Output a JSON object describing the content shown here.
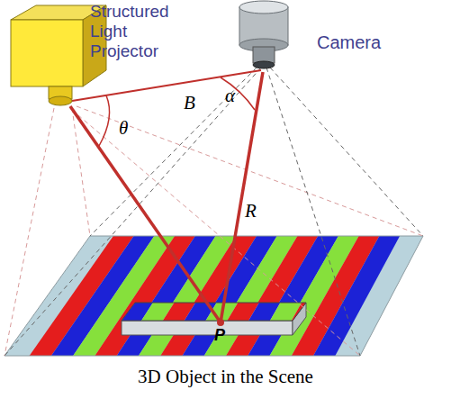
{
  "diagram": {
    "caption": "3D Object in the Scene",
    "labels": [
      "Structured Light Projector",
      "Camera",
      "B",
      "θ",
      "α",
      "R",
      "P"
    ]
  }
}
